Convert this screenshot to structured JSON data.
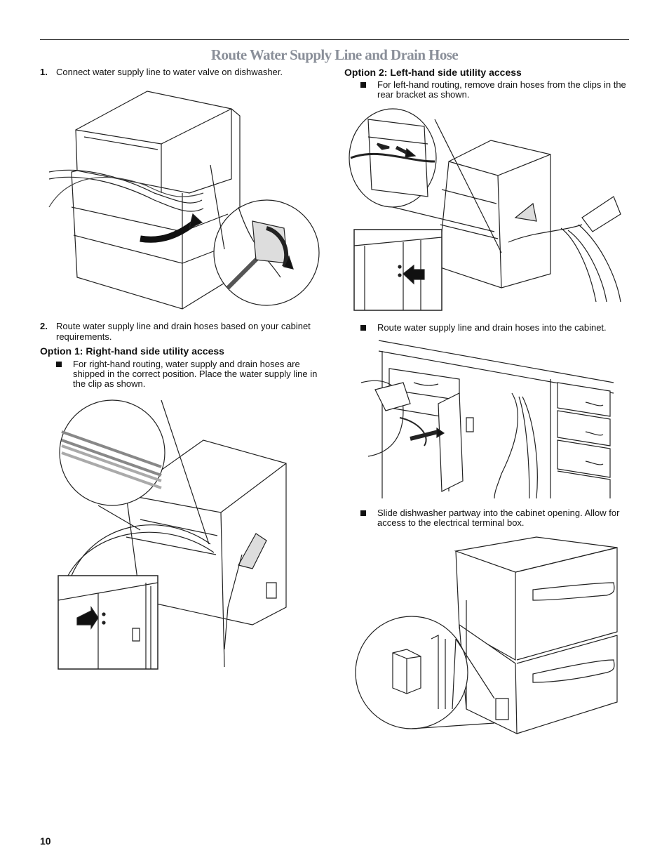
{
  "page": {
    "title": "Route Water Supply Line and Drain Hose",
    "page_number": "10"
  },
  "left_column": {
    "step1": {
      "number": "1.",
      "text": "Connect water supply line to water valve on dishwasher."
    },
    "step2": {
      "number": "2.",
      "text": "Route water supply line and drain hoses based on your cabinet requirements."
    },
    "option1": {
      "heading": "Option 1: Right-hand side utility access",
      "bullet": "For right-hand routing, water supply and drain hoses are shipped in the correct position. Place the water supply line in the clip as shown."
    }
  },
  "right_column": {
    "option2": {
      "heading": "Option 2: Left-hand side utility access",
      "bullet1": "For left-hand routing, remove drain hoses from the clips in the rear bracket as shown.",
      "bullet2": "Route water supply line and drain hoses into the cabinet.",
      "bullet3": "Slide dishwasher partway into the cabinet opening. Allow for access to the electrical terminal box."
    }
  }
}
